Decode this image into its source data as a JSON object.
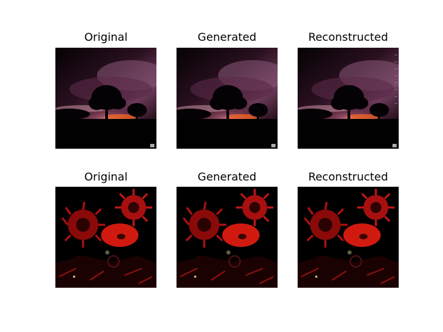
{
  "figure": {
    "background": "#ffffff",
    "rows": [
      {
        "scene": "sunset-tree",
        "panels": [
          {
            "title": "Original"
          },
          {
            "title": "Generated"
          },
          {
            "title": "Reconstructed"
          }
        ]
      },
      {
        "scene": "red-flowers",
        "panels": [
          {
            "title": "Original"
          },
          {
            "title": "Generated"
          },
          {
            "title": "Reconstructed"
          }
        ]
      }
    ]
  }
}
